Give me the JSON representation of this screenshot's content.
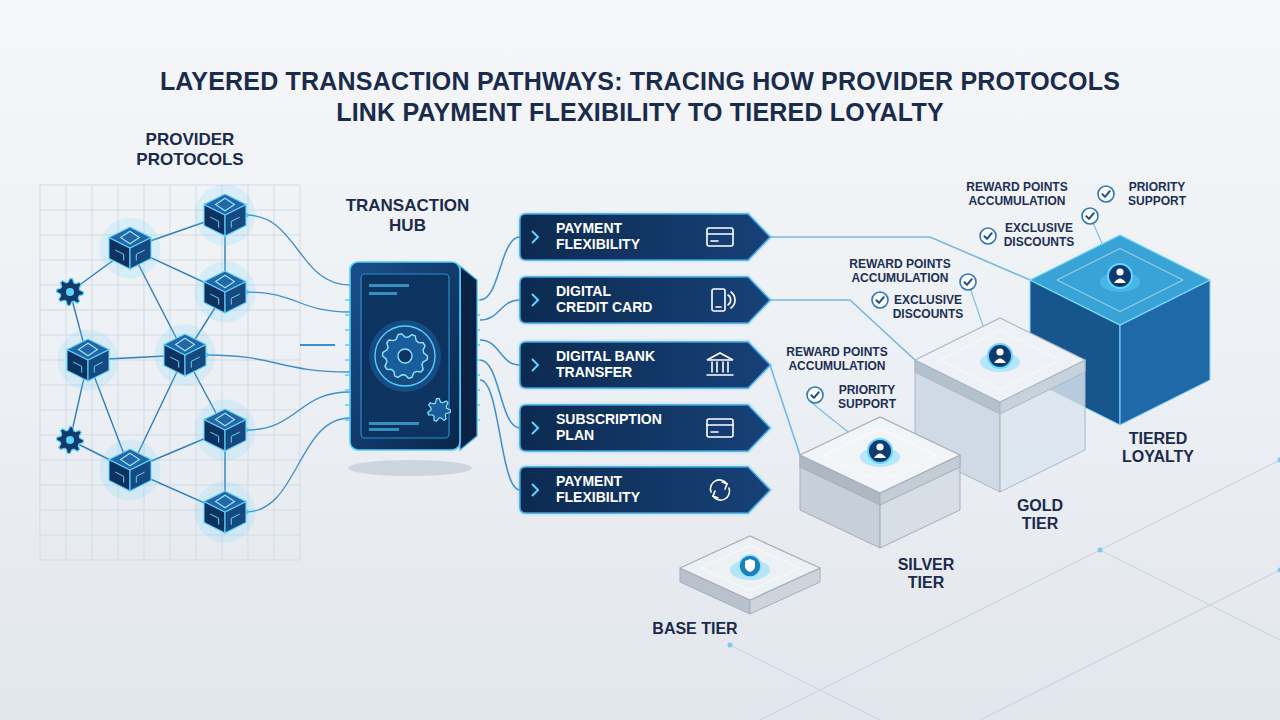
{
  "diagram": {
    "title": "LAYERED TRANSACTION PATHWAYS: TRACING HOW PROVIDER PROTOCOLS LINK PAYMENT FLEXIBILITY TO TIERED LOYALTY",
    "nodes": [
      {
        "text": [
          "PROVIDER PROTOCOLS"
        ]
      },
      {
        "text": [
          "TRANSACTION HUB"
        ]
      },
      {
        "text": [
          "PAYMENT FLEXIBILITY"
        ]
      },
      {
        "text": [
          "DIGITAL CREDIT CARD"
        ]
      },
      {
        "text": [
          "DIGITAL BANK TRANSFER"
        ]
      },
      {
        "text": [
          "SUBSCRIPTION PLAN"
        ]
      },
      {
        "text": [
          "PAYMENT FLEXIBILITY"
        ]
      },
      {
        "text": [
          "TIERED LOYALTY"
        ]
      },
      {
        "text": [
          "GOLD TIER"
        ]
      },
      {
        "text": [
          "SILVER TIER"
        ]
      },
      {
        "text": [
          "BASE TIER"
        ]
      }
    ],
    "edges": [
      {
        "from": 0,
        "to": 1,
        "arrow": "none"
      },
      {
        "from": 1,
        "to": 2,
        "arrow": "none"
      },
      {
        "from": 1,
        "to": 3,
        "arrow": "none"
      },
      {
        "from": 1,
        "to": 4,
        "arrow": "none"
      },
      {
        "from": 1,
        "to": 5,
        "arrow": "none"
      },
      {
        "from": 1,
        "to": 6,
        "arrow": "none"
      },
      {
        "from": 2,
        "to": 7,
        "arrow": "none"
      },
      {
        "from": 3,
        "to": 8,
        "arrow": "none"
      },
      {
        "from": 4,
        "to": 9,
        "arrow": "none"
      }
    ],
    "labels": [
      "REWARD POINTS ACCUMULATION",
      "PRIORITY SUPPORT",
      "EXCLUSIVE DISCOUNTS",
      "REWARD POINTS ACCUMULATION",
      "EXCLUSIVE DISCOUNTS",
      "REWARD POINTS ACCUMULATION",
      "PRIORITY SUPPORT"
    ]
  }
}
